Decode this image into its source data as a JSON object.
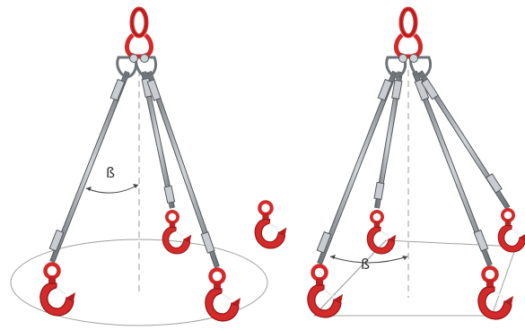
{
  "diagram": {
    "left_sling": {
      "legs": 3,
      "angle_label": "ß",
      "load_outline": "ellipse"
    },
    "right_sling": {
      "legs": 4,
      "angle_label": "ß",
      "load_outline": "rectangle"
    },
    "middle_part": "swivel-hook",
    "colors": {
      "hook_red": "#d42a2a",
      "hook_dark": "#8e1515",
      "steel": "#b8bcc0",
      "steel_dark": "#555a5f",
      "guide_line": "#9a9a9a"
    }
  }
}
